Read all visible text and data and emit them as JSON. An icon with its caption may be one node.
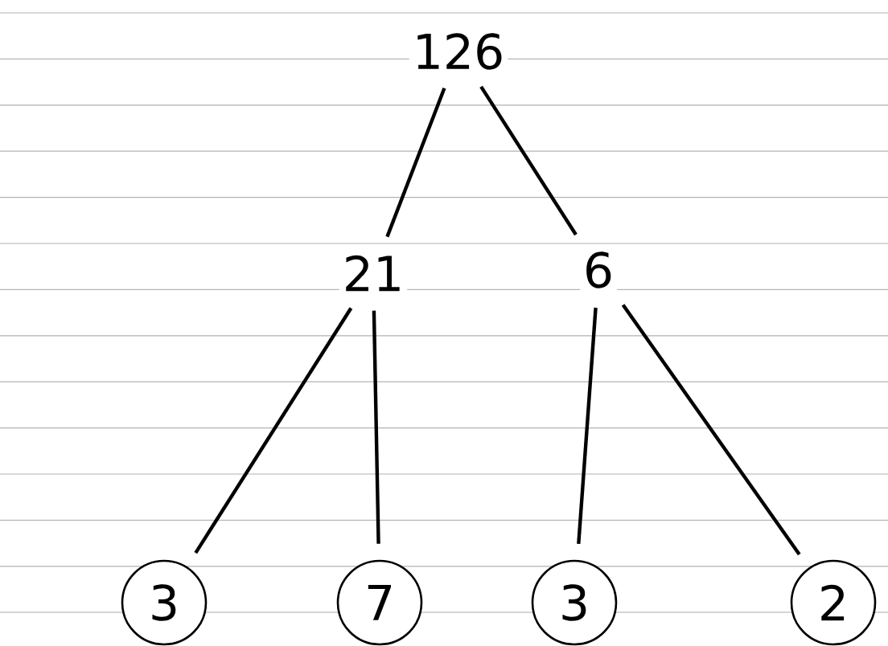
{
  "diagram": {
    "nodes": [
      {
        "text": [
          "126"
        ]
      },
      {
        "text": [
          "21"
        ]
      },
      {
        "text": [
          "6"
        ]
      },
      {
        "text": [
          "3"
        ]
      },
      {
        "text": [
          "7"
        ]
      },
      {
        "text": [
          "3"
        ]
      },
      {
        "text": [
          "2"
        ]
      }
    ],
    "edges": [
      {
        "from": 0,
        "to": 1,
        "arrow": "none"
      },
      {
        "from": 0,
        "to": 2,
        "arrow": "none"
      },
      {
        "from": 1,
        "to": 3,
        "arrow": "none"
      },
      {
        "from": 1,
        "to": 4,
        "arrow": "none"
      },
      {
        "from": 2,
        "to": 5,
        "arrow": "none"
      },
      {
        "from": 2,
        "to": 6,
        "arrow": "none"
      }
    ]
  }
}
